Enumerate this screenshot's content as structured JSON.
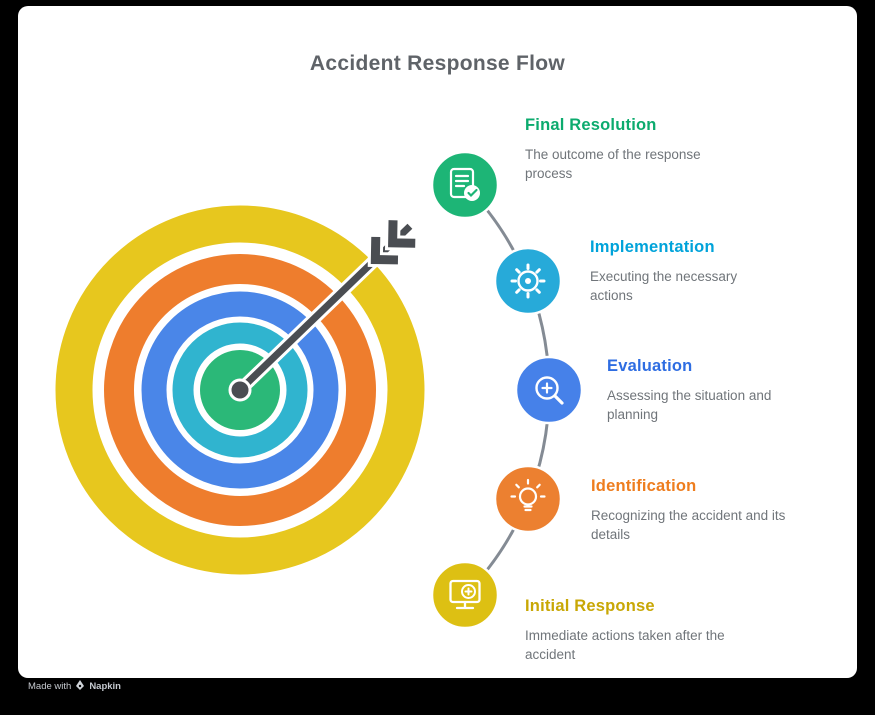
{
  "title": "Accident Response Flow",
  "colors": {
    "frame": "#000000",
    "canvas": "#ffffff",
    "title": "#5f6368",
    "connector": "#848b94",
    "arrow": "#4a4d52",
    "description_text": "#70757a",
    "footer_text": "#c6cad0"
  },
  "target": {
    "rings": [
      "#e7c71e",
      "#ee7d2d",
      "#4a86e8",
      "#30b4cf",
      "#2bb878"
    ],
    "center_dot": "#4a4d52"
  },
  "stages": [
    {
      "label": "Final Resolution",
      "description": "The outcome of the response process",
      "color": "#1db576",
      "text_color": "#0cab6e",
      "icon": "document-check-icon"
    },
    {
      "label": "Implementation",
      "description": "Executing the necessary actions",
      "color": "#27aad9",
      "text_color": "#00a3da",
      "icon": "gear-icon"
    },
    {
      "label": "Evaluation",
      "description": "Assessing the situation and planning",
      "color": "#4681e9",
      "text_color": "#2e6de2",
      "icon": "magnifier-plus-icon"
    },
    {
      "label": "Identification",
      "description": "Recognizing the accident and its details",
      "color": "#ec8030",
      "text_color": "#ee7d1e",
      "icon": "lightbulb-icon"
    },
    {
      "label": "Initial Response",
      "description": "Immediate actions taken after the accident",
      "color": "#ddc013",
      "text_color": "#c8a705",
      "icon": "monitor-medical-icon"
    }
  ],
  "footer": {
    "prefix": "Made with",
    "brand": "Napkin"
  }
}
